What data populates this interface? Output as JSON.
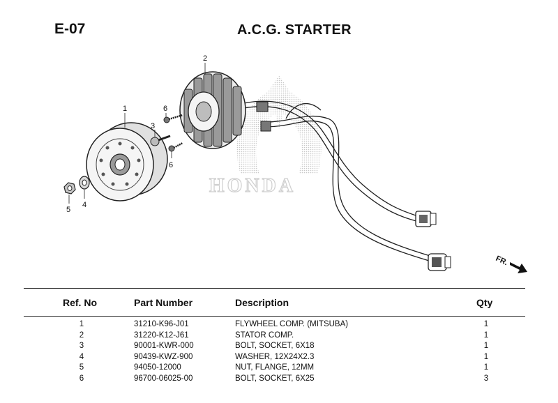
{
  "header": {
    "code": "E-07",
    "title": "A.C.G. STARTER"
  },
  "diagram": {
    "callouts": [
      "1",
      "2",
      "3",
      "4",
      "5",
      "6",
      "6"
    ],
    "watermark": "HONDA",
    "direction_label": "FR."
  },
  "table": {
    "columns": [
      "Ref. No",
      "Part Number",
      "Description",
      "Qty"
    ],
    "rows": [
      {
        "ref": "1",
        "part": "31210-K96-J01",
        "desc": "FLYWHEEL COMP. (MITSUBA)",
        "qty": "1"
      },
      {
        "ref": "2",
        "part": "31220-K12-J61",
        "desc": "STATOR COMP.",
        "qty": "1"
      },
      {
        "ref": "3",
        "part": "90001-KWR-000",
        "desc": "BOLT, SOCKET, 6X18",
        "qty": "1"
      },
      {
        "ref": "4",
        "part": "90439-KWZ-900",
        "desc": "WASHER, 12X24X2.3",
        "qty": "1"
      },
      {
        "ref": "5",
        "part": "94050-12000",
        "desc": "NUT, FLANGE, 12MM",
        "qty": "1"
      },
      {
        "ref": "6",
        "part": "96700-06025-00",
        "desc": "BOLT, SOCKET, 6X25",
        "qty": "3"
      }
    ]
  }
}
